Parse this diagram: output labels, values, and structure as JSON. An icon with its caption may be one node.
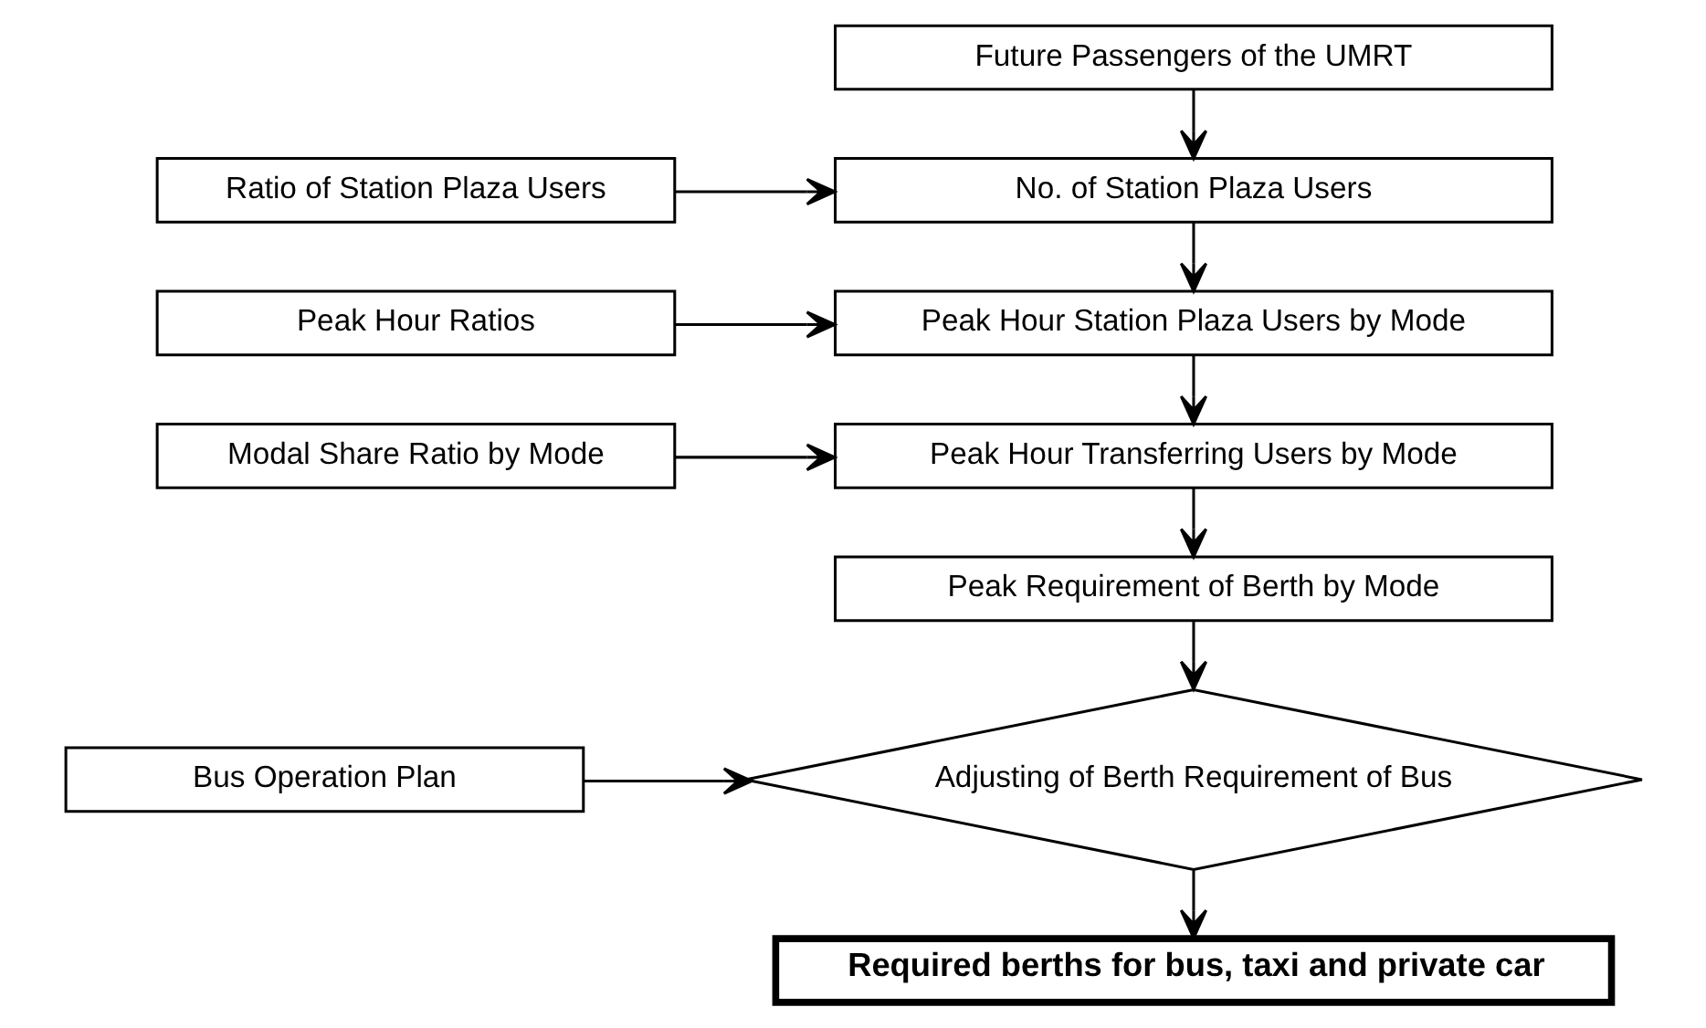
{
  "diagram": {
    "nodes": [
      {
        "text": [
          "Future Passengers of the UMRT"
        ]
      },
      {
        "text": [
          "Ratio of Station Plaza Users"
        ]
      },
      {
        "text": [
          "No. of Station Plaza Users"
        ]
      },
      {
        "text": [
          "Peak Hour Ratios"
        ]
      },
      {
        "text": [
          "Peak Hour Station Plaza Users by Mode"
        ]
      },
      {
        "text": [
          "Modal Share Ratio by Mode"
        ]
      },
      {
        "text": [
          "Peak Hour Transferring Users by Mode"
        ]
      },
      {
        "text": [
          "Peak Requirement of Berth by Mode"
        ]
      },
      {
        "text": [
          "Adjusting of Berth Requirement of Bus"
        ]
      },
      {
        "text": [
          "Bus Operation Plan"
        ]
      },
      {
        "text": [
          "Required berths for bus, taxi and private car"
        ]
      }
    ],
    "edges": [
      {
        "from": 0,
        "to": 2,
        "arrow": "to"
      },
      {
        "from": 1,
        "to": 2,
        "arrow": "to"
      },
      {
        "from": 2,
        "to": 4,
        "arrow": "to"
      },
      {
        "from": 3,
        "to": 4,
        "arrow": "to"
      },
      {
        "from": 4,
        "to": 6,
        "arrow": "to"
      },
      {
        "from": 5,
        "to": 6,
        "arrow": "to"
      },
      {
        "from": 6,
        "to": 7,
        "arrow": "to"
      },
      {
        "from": 7,
        "to": 8,
        "arrow": "to"
      },
      {
        "from": 9,
        "to": 8,
        "arrow": "to"
      },
      {
        "from": 8,
        "to": 10,
        "arrow": "to"
      }
    ]
  }
}
